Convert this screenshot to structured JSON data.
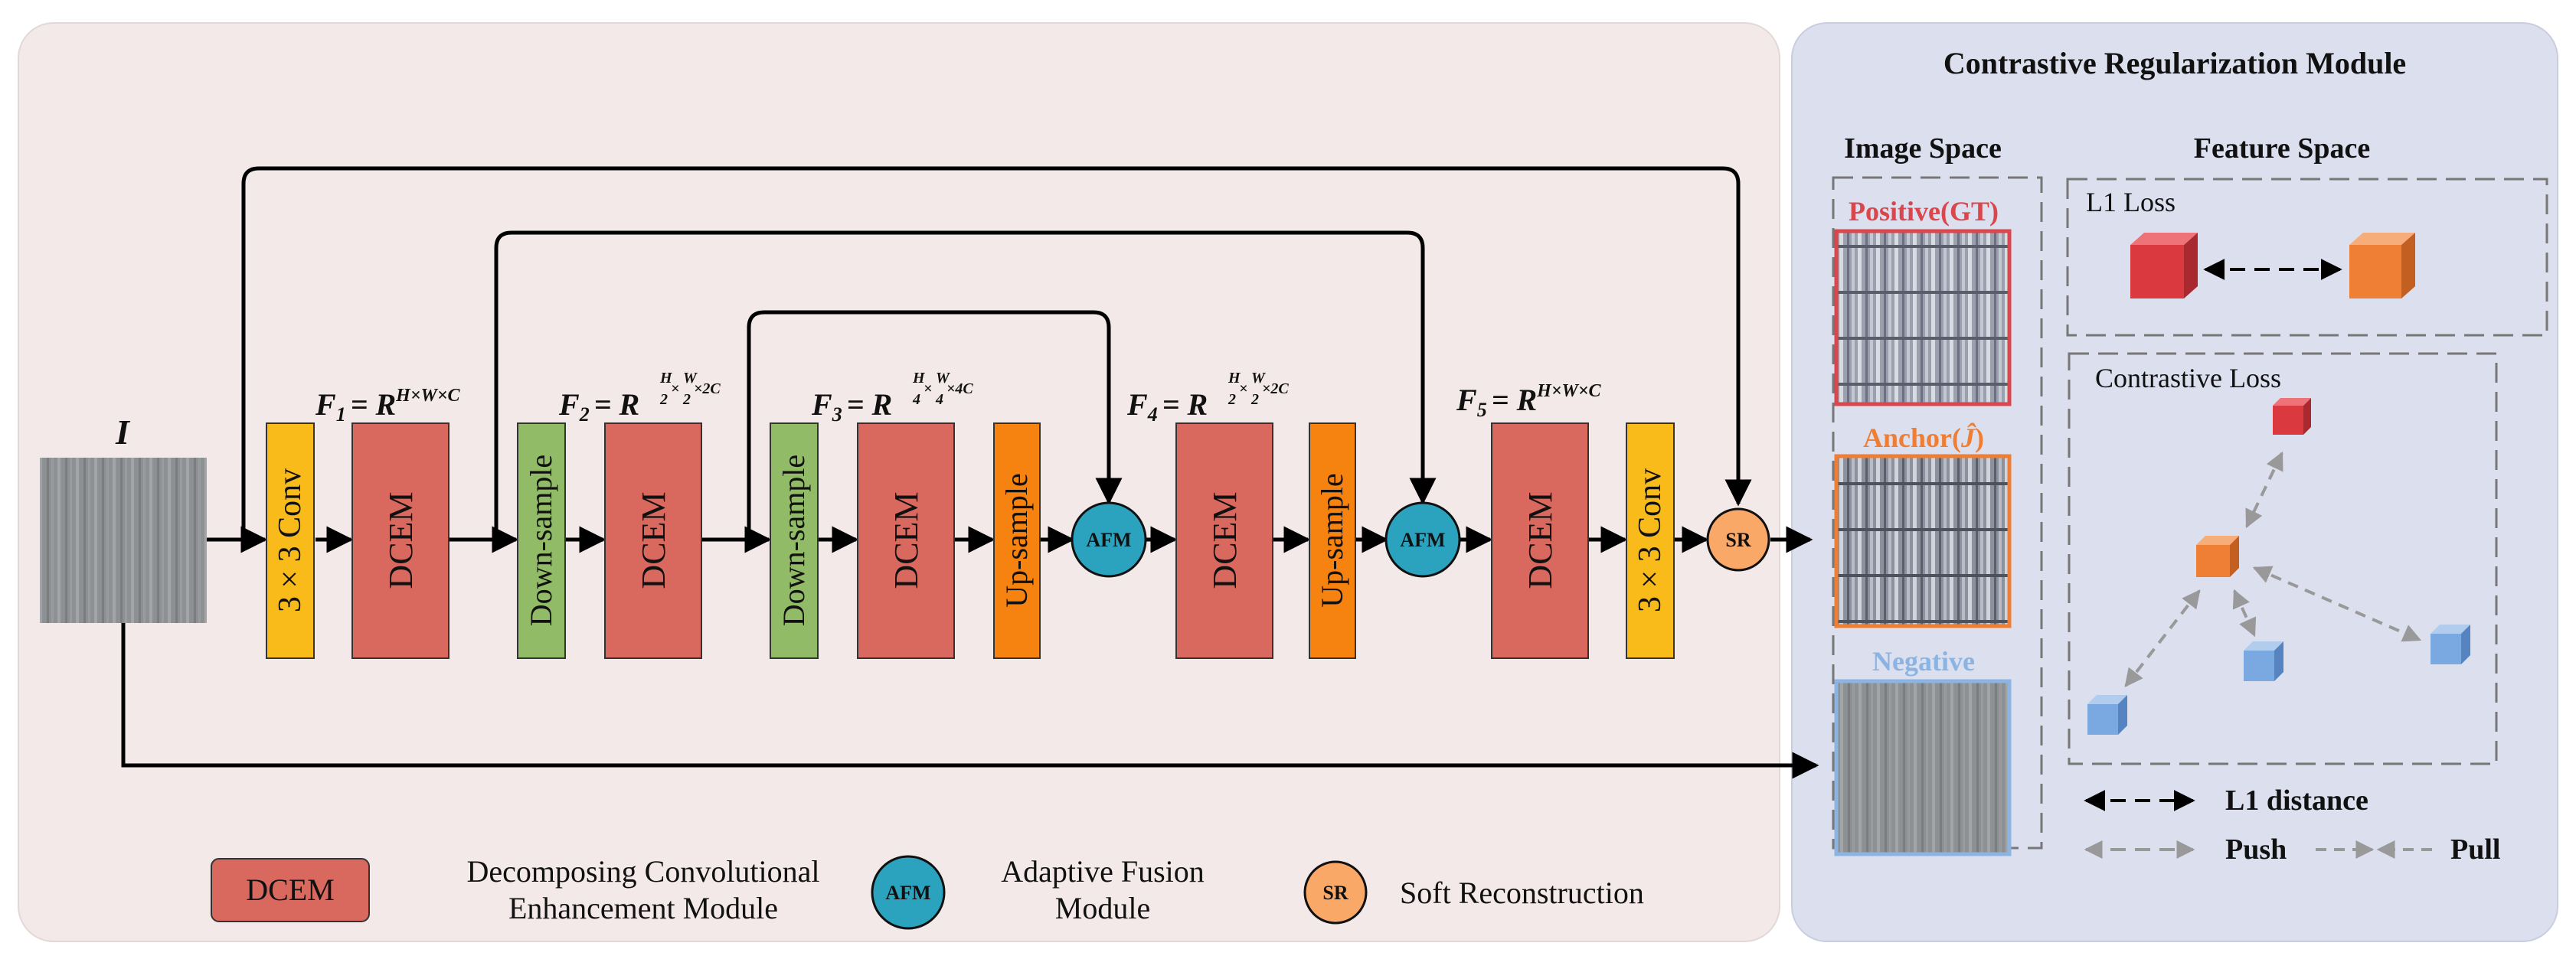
{
  "input_label": "I",
  "blocks": {
    "conv_in": "3 × 3 Conv",
    "dcem": "DCEM",
    "down": "Down-sample",
    "up": "Up-sample",
    "afm": "AFM",
    "conv_out": "3 × 3 Conv",
    "sr": "SR"
  },
  "features": {
    "f1": {
      "name": "F",
      "sub": "1",
      "eq": "= R",
      "sup": "H×W×C"
    },
    "f2": {
      "name": "F",
      "sub": "2",
      "eq": "= R",
      "sup_h": "H",
      "sup_w": "W",
      "den": "2",
      "sup_c": "×2C"
    },
    "f3": {
      "name": "F",
      "sub": "3",
      "eq": "= R",
      "sup_h": "H",
      "sup_w": "W",
      "den": "4",
      "sup_c": "×4C"
    },
    "f4": {
      "name": "F",
      "sub": "4",
      "eq": "= R",
      "sup_h": "H",
      "sup_w": "W",
      "den": "2",
      "sup_c": "×2C"
    },
    "f5": {
      "name": "F",
      "sub": "5",
      "eq": "= R",
      "sup": "H×W×C"
    }
  },
  "right_panel": {
    "title": "Contrastive Regularization Module",
    "image_space": "Image Space",
    "feature_space": "Feature Space",
    "positive": "Positive(GT)",
    "anchor": "Anchor(",
    "anchor_sym": "Ĵ",
    "anchor_close": ")",
    "negative": "Negative",
    "l1_loss": "L1 Loss",
    "contrastive_loss": "Contrastive Loss",
    "l1_distance": "L1 distance",
    "push": "Push",
    "pull": "Pull"
  },
  "legend": {
    "dcem_box": "DCEM",
    "dcem_line1": "Decomposing Convolutional",
    "dcem_line2": "Enhancement Module",
    "afm_circle": "AFM",
    "afm_line1": "Adaptive Fusion",
    "afm_line2": "Module",
    "sr_circle": "SR",
    "sr_text": "Soft Reconstruction"
  },
  "colors": {
    "left_bg": "#f3e9e9",
    "right_bg": "#dcdfee",
    "yellow": "#f9bb1a",
    "dcem": "#d9695f",
    "green": "#91bb66",
    "orange": "#f6820f",
    "afm": "#2ba3bf",
    "sr": "#f9a868",
    "positive": "#d9464b",
    "anchor": "#ef7e34",
    "negative": "#8bb4e2",
    "cube_red": "#d9393f",
    "cube_orange": "#ef7f35",
    "cube_blue": "#7aa8e0"
  }
}
